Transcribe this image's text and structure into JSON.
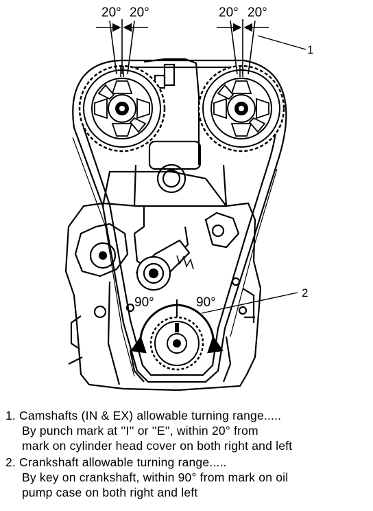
{
  "diagram": {
    "angle_labels": {
      "left_cam_left": "20°",
      "left_cam_right": "20°",
      "right_cam_left": "20°",
      "right_cam_right": "20°",
      "crank_left": "90°",
      "crank_right": "90°"
    },
    "callouts": {
      "camshaft": "1",
      "crankshaft": "2"
    }
  },
  "captions": {
    "item1_line1": "1.  Camshafts (IN & EX) allowable turning range.....",
    "item1_line2": "By punch mark at ''I'' or ''E'', within 20° from",
    "item1_line3": "mark on cylinder head cover on both right and left",
    "item2_line1": "2.  Crankshaft allowable turning range.....",
    "item2_line2": "By key on crankshaft, within 90° from mark on oil",
    "item2_line3": "pump case on both right and left"
  }
}
